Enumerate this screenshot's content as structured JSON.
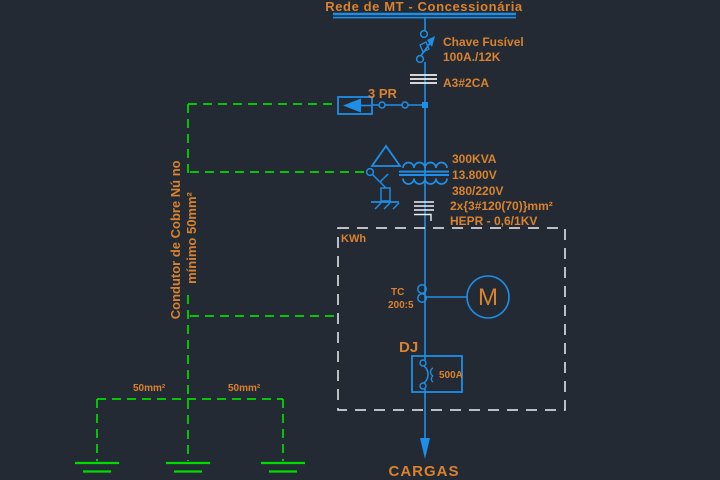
{
  "header": {
    "title": "Rede de MT - Concessionária"
  },
  "fuse": {
    "name": "Chave Fusível",
    "rating": "100A./12K"
  },
  "mv_cable": {
    "label": "A3#2CA"
  },
  "arrester": {
    "label": "3 PR"
  },
  "transformer": {
    "power": "300KVA",
    "primary_voltage": "13.800V",
    "secondary_voltage": "380/220V"
  },
  "lv_cable": {
    "size": "2x{3#120(70)}mm²",
    "type": "HEPR - 0,6/1KV"
  },
  "cubicle": {
    "label": "KWh"
  },
  "ct": {
    "label": "TC",
    "ratio": "200:5"
  },
  "meter": {
    "label": "M"
  },
  "breaker": {
    "label": "DJ",
    "rating": "500A"
  },
  "load": {
    "label": "CARGAS"
  },
  "grounding": {
    "note_line1": "Condutor de Cobre Nú no",
    "note_line2": "mínimo 50mm²",
    "left_size": "50mm²",
    "right_size": "50mm²"
  },
  "colors": {
    "background": "#242A33",
    "circuit_blue": "#1E8FE8",
    "label_orange": "#D9822F",
    "ground_green": "#00DC00",
    "detail_white": "#EDEFF2"
  }
}
